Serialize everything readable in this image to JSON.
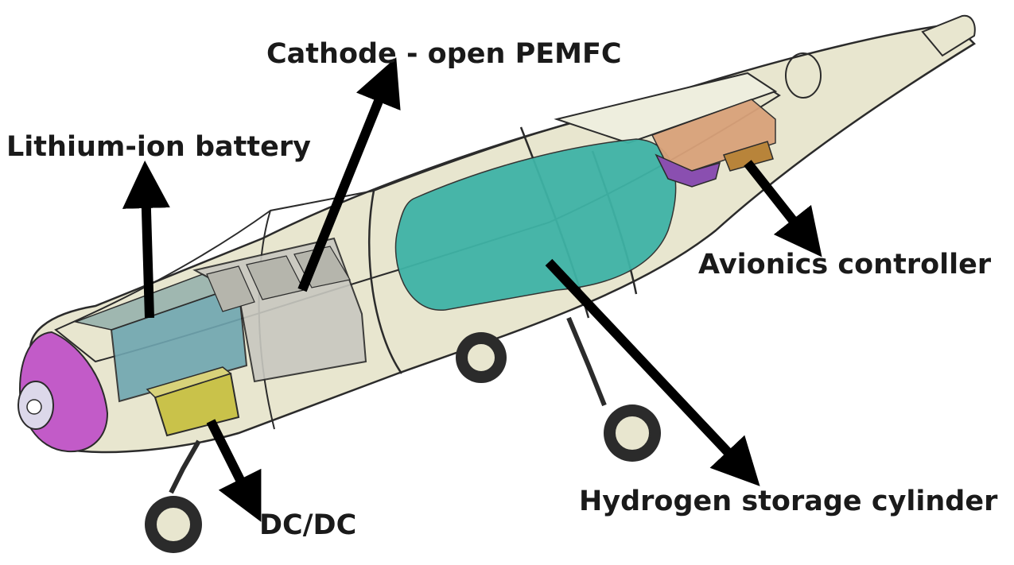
{
  "labels": {
    "cathode_pemfc": "Cathode - open PEMFC",
    "lithium_battery": "Lithium-ion battery",
    "avionics_controller": "Avionics controller",
    "hydrogen_cylinder": "Hydrogen storage cylinder",
    "dcdc": "DC/DC"
  },
  "colors": {
    "fuselage": "#e8e6cf",
    "outline": "#2b2b2b",
    "nose_cone": "#c25bc8",
    "battery": "#6fa6b0",
    "hydrogen_tank": "#3fb3a6",
    "dcdc_box": "#c9c24a",
    "avionics_box": "#d9a27a",
    "avionics_purple": "#8a4fb0",
    "pemfc_stack": "#c8c8c0",
    "arrow": "#000000"
  }
}
